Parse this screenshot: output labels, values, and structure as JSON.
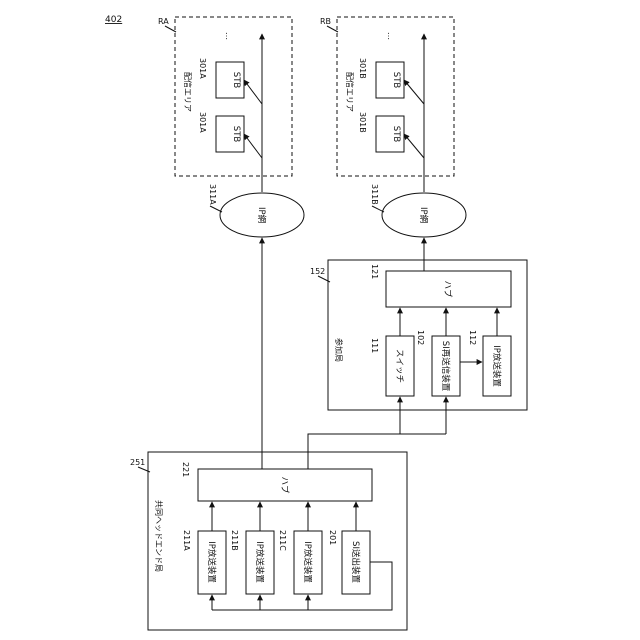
{
  "figure_number": "402",
  "areas": {
    "ra": {
      "ref": "RA",
      "label": "配信エリア",
      "stb": "STB",
      "stb_ref": "301A",
      "dots": "…"
    },
    "rb": {
      "ref": "RB",
      "label": "配信エリア",
      "stb": "STB",
      "stb_ref": "301B",
      "dots": "…"
    }
  },
  "networks": {
    "a": {
      "ref": "311A",
      "label": "IP網"
    },
    "b": {
      "ref": "311B",
      "label": "IP網"
    }
  },
  "station_152": {
    "ref": "152",
    "name": "参加局",
    "hub": {
      "ref": "121",
      "label": "ハブ"
    },
    "switch": {
      "ref": "111",
      "label": "スイッチ"
    },
    "si_resend": {
      "ref": "102",
      "label": "SI再送信装置"
    },
    "ip_sender": {
      "ref": "112",
      "label": "IP放送装置"
    }
  },
  "station_251": {
    "ref": "251",
    "name": "共同ヘッドエンド局",
    "hub": {
      "ref": "221",
      "label": "ハブ"
    },
    "ip_a": {
      "ref": "211A",
      "label": "IP放送装置"
    },
    "ip_b": {
      "ref": "211B",
      "label": "IP放送装置"
    },
    "ip_c": {
      "ref": "211C",
      "label": "IP放送装置"
    },
    "si_out": {
      "ref": "201",
      "label": "SI送出装置"
    }
  }
}
